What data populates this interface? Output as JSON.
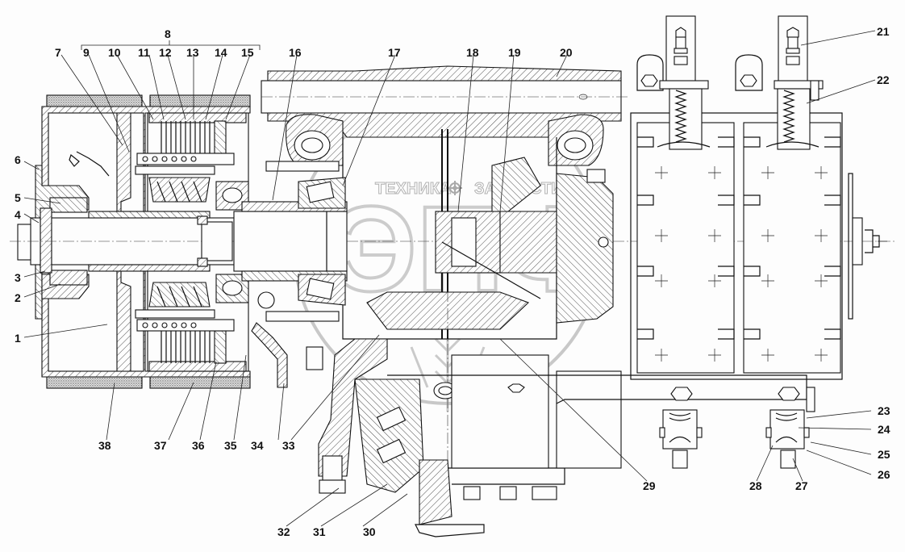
{
  "diagram": {
    "title": "Clutch and gearbox assembly — sectional view",
    "group_bracket_label": "8",
    "watermark": {
      "left_word": "ТЕХНИКА",
      "right_word": "ЗАПЧАСТИ",
      "logo": "ЭПФ",
      "gear_icon": "gear-icon"
    },
    "callouts": [
      {
        "id": "1",
        "label": "1"
      },
      {
        "id": "2",
        "label": "2"
      },
      {
        "id": "3",
        "label": "3"
      },
      {
        "id": "4",
        "label": "4"
      },
      {
        "id": "5",
        "label": "5"
      },
      {
        "id": "6",
        "label": "6"
      },
      {
        "id": "7",
        "label": "7"
      },
      {
        "id": "9",
        "label": "9"
      },
      {
        "id": "10",
        "label": "10"
      },
      {
        "id": "11",
        "label": "11"
      },
      {
        "id": "12",
        "label": "12"
      },
      {
        "id": "13",
        "label": "13"
      },
      {
        "id": "14",
        "label": "14"
      },
      {
        "id": "15",
        "label": "15"
      },
      {
        "id": "16",
        "label": "16"
      },
      {
        "id": "17",
        "label": "17"
      },
      {
        "id": "18",
        "label": "18"
      },
      {
        "id": "19",
        "label": "19"
      },
      {
        "id": "20",
        "label": "20"
      },
      {
        "id": "21",
        "label": "21"
      },
      {
        "id": "22",
        "label": "22"
      },
      {
        "id": "23",
        "label": "23"
      },
      {
        "id": "24",
        "label": "24"
      },
      {
        "id": "25",
        "label": "25"
      },
      {
        "id": "26",
        "label": "26"
      },
      {
        "id": "27",
        "label": "27"
      },
      {
        "id": "28",
        "label": "28"
      },
      {
        "id": "29",
        "label": "29"
      },
      {
        "id": "30",
        "label": "30"
      },
      {
        "id": "31",
        "label": "31"
      },
      {
        "id": "32",
        "label": "32"
      },
      {
        "id": "33",
        "label": "33"
      },
      {
        "id": "34",
        "label": "34"
      },
      {
        "id": "35",
        "label": "35"
      },
      {
        "id": "36",
        "label": "36"
      },
      {
        "id": "37",
        "label": "37"
      },
      {
        "id": "38",
        "label": "38"
      }
    ]
  }
}
